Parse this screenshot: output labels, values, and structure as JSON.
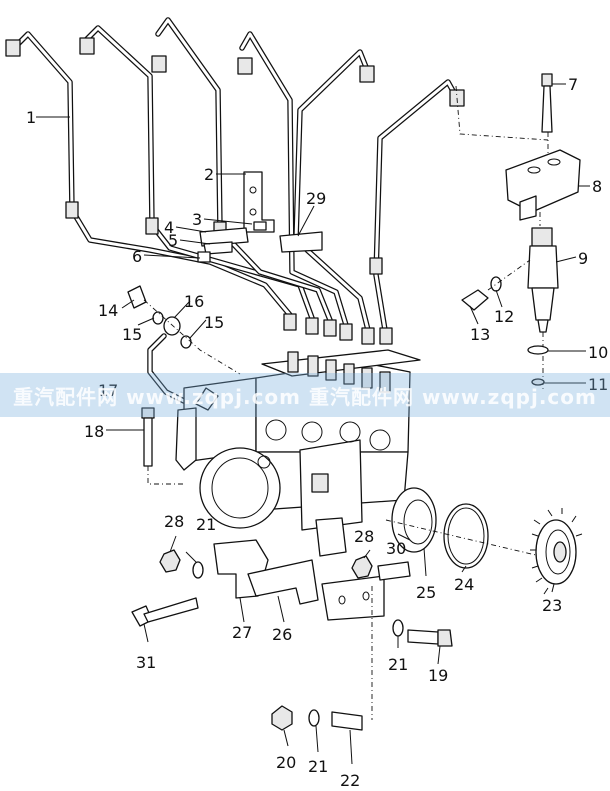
{
  "callouts": [
    "1",
    "2",
    "3",
    "4",
    "5",
    "6",
    "7",
    "8",
    "9",
    "10",
    "11",
    "12",
    "13",
    "14",
    "15",
    "15",
    "16",
    "17",
    "18",
    "19",
    "20",
    "21",
    "21",
    "21",
    "22",
    "23",
    "24",
    "25",
    "26",
    "27",
    "28",
    "28",
    "29",
    "30",
    "31"
  ],
  "watermark": "重汽配件网 www.zqpj.com 重汽配件网 www.zqpj.com"
}
